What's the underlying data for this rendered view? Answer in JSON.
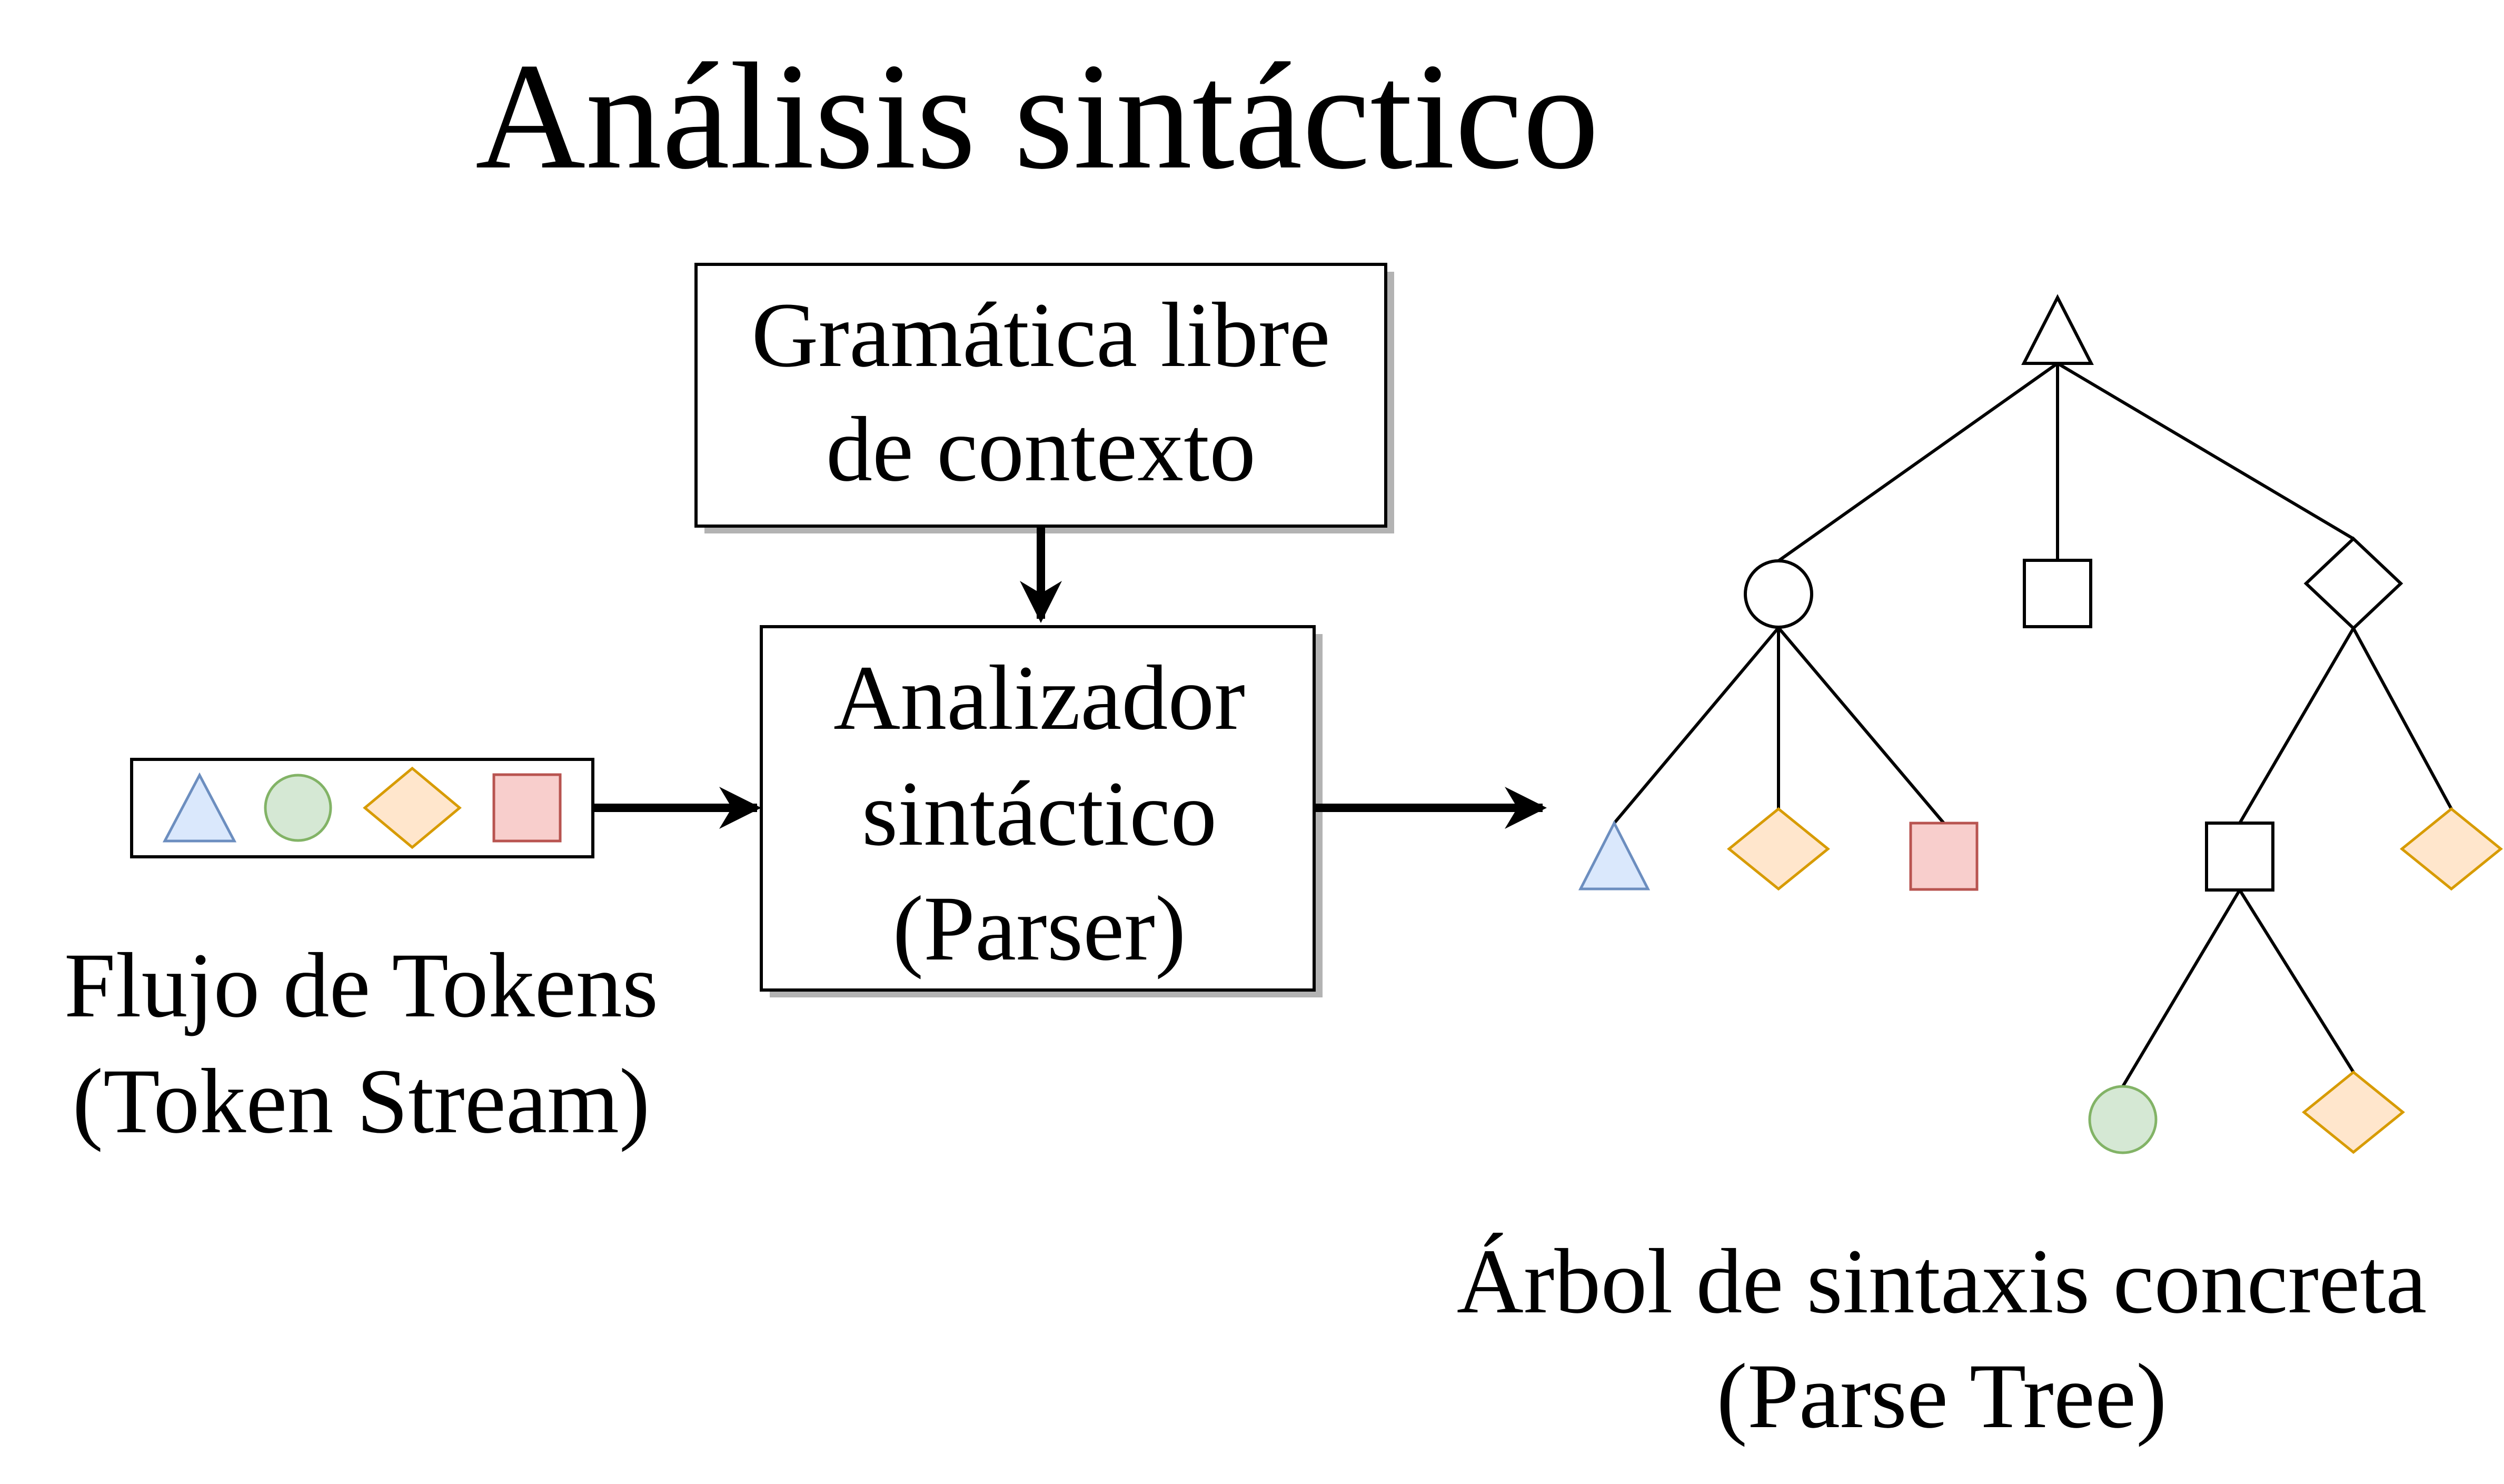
{
  "title": "Análisis sintáctico",
  "grammar_box": {
    "line1": "Gramática libre",
    "line2": "de contexto"
  },
  "parser_box": {
    "line1": "Analizador",
    "line2": "sintáctico",
    "line3": "(Parser)"
  },
  "token_stream": {
    "caption_line1": "Flujo de Tokens",
    "caption_line2": "(Token Stream)",
    "tokens": [
      "triangle",
      "circle",
      "diamond",
      "square"
    ]
  },
  "parse_tree": {
    "caption_line1": "Árbol de sintaxis concreta",
    "caption_line2": "(Parse Tree)"
  },
  "colors": {
    "triangle_fill": "#dae8fc",
    "triangle_stroke": "#6c8ebf",
    "circle_fill": "#d5e8d4",
    "circle_stroke": "#82b366",
    "diamond_fill": "#ffe6cc",
    "diamond_stroke": "#d79b00",
    "square_fill": "#f8cecc",
    "square_stroke": "#b85450",
    "shadow": "#b3b3b3",
    "line": "#000000"
  }
}
